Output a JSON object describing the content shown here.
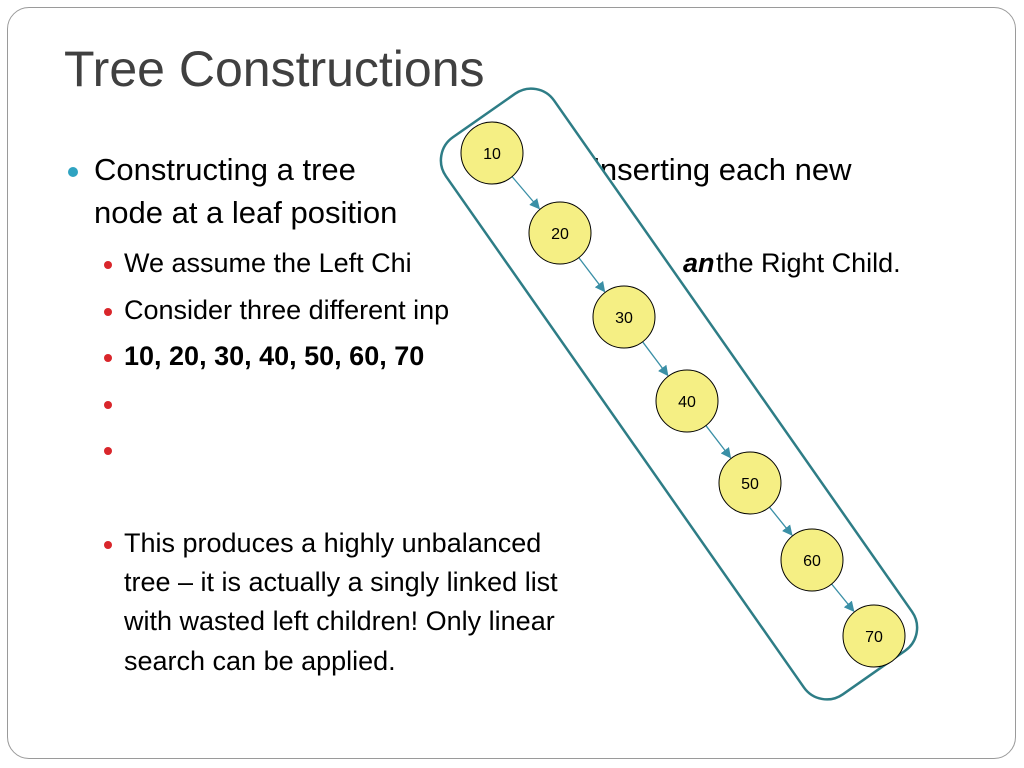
{
  "slide": {
    "title": "Tree Constructions",
    "bullet1": {
      "line1": "Constructing a tree",
      "line1_right": "inserting each new",
      "line2": "node at a leaf position"
    },
    "sub": {
      "assume_left": "We assume the Left Chi",
      "assume_em": "an",
      "assume_right": "the Right Child.",
      "consider": "Consider three different inp",
      "sequence": "10, 20, 30, 40, 50, 60, 70"
    },
    "unbalanced": {
      "line1": "This produces a highly unbalanced",
      "line2": "tree – it is actually a singly linked list",
      "line3": "with wasted left children!  Only linear",
      "line4": "search can be applied."
    }
  },
  "tree": {
    "nodes": [
      "10",
      "20",
      "30",
      "40",
      "50",
      "60",
      "70"
    ],
    "node_fill": "#f5ef84",
    "edge_color": "#3a8fa6",
    "outline_color": "#2e7d86"
  }
}
